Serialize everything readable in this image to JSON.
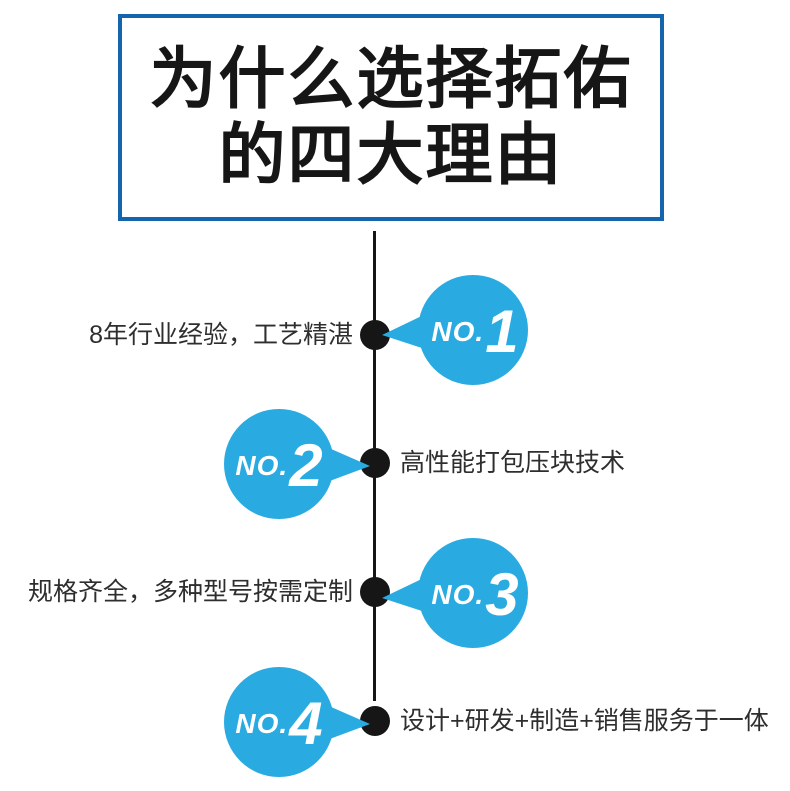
{
  "title": {
    "line1": "为什么选择拓佑",
    "line2": "的四大理由"
  },
  "timeline": {
    "badge_prefix": "NO.",
    "item_count": 4
  },
  "items": [
    {
      "number": "1",
      "text": "8年行业经验，工艺精湛",
      "side": "right"
    },
    {
      "number": "2",
      "text": "高性能打包压块技术",
      "side": "left"
    },
    {
      "number": "3",
      "text": "规格齐全，多种型号按需定制",
      "side": "right"
    },
    {
      "number": "4",
      "text": "设计+研发+制造+销售服务于一体",
      "side": "left"
    }
  ],
  "colors": {
    "accent_blue": "#29abe2",
    "title_border": "#1565ae",
    "ink": "#161616",
    "text": "#2e2e2e",
    "badge_text": "#ffffff"
  },
  "icons": {
    "timeline_dot": "filled-black-circle",
    "badge_bubble": "blue-speech-bubble-circle"
  }
}
